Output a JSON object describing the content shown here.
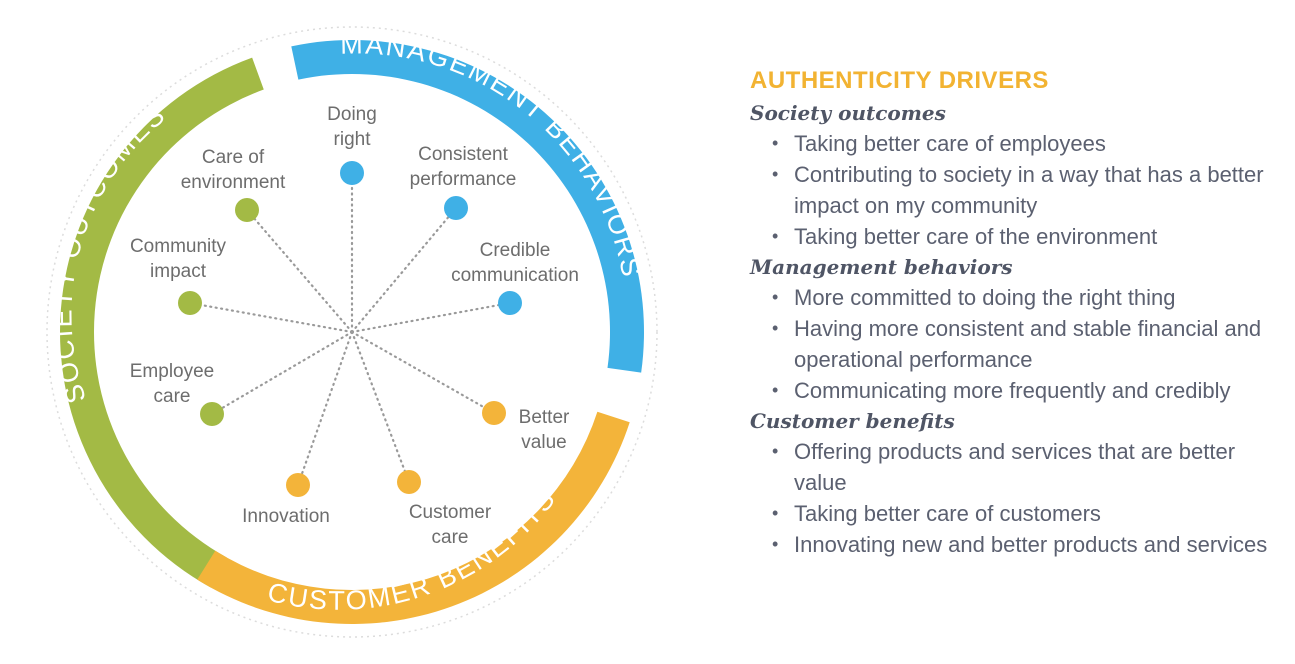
{
  "colors": {
    "society": "#a3ba45",
    "management": "#3fb0e6",
    "customer": "#f3b43a",
    "title": "#f2b332",
    "text": "#5b6070"
  },
  "diagram": {
    "segments": [
      {
        "id": "society",
        "label": "SOCIETY OUTCOMES"
      },
      {
        "id": "management",
        "label": "MANAGEMENT BEHAVIORS"
      },
      {
        "id": "customer",
        "label": "CUSTOMER BENEFITS"
      }
    ],
    "nodes": [
      {
        "group": "management",
        "lines": [
          "Doing",
          "right"
        ]
      },
      {
        "group": "management",
        "lines": [
          "Consistent",
          "performance"
        ]
      },
      {
        "group": "management",
        "lines": [
          "Credible",
          "communication"
        ]
      },
      {
        "group": "customer",
        "lines": [
          "Better",
          "value"
        ]
      },
      {
        "group": "customer",
        "lines": [
          "Customer",
          "care"
        ]
      },
      {
        "group": "customer",
        "lines": [
          "Innovation"
        ]
      },
      {
        "group": "society",
        "lines": [
          "Employee",
          "care"
        ]
      },
      {
        "group": "society",
        "lines": [
          "Community",
          "impact"
        ]
      },
      {
        "group": "society",
        "lines": [
          "Care of",
          "environment"
        ]
      }
    ]
  },
  "legend": {
    "title": "AUTHENTICITY DRIVERS",
    "groups": [
      {
        "heading": "Society outcomes",
        "items": [
          "Taking better care of employees",
          "Contributing to society in a way that has a better impact on my community",
          "Taking better care of the environment"
        ]
      },
      {
        "heading": "Management behaviors",
        "items": [
          "More committed to doing the right thing",
          "Having more consistent and stable financial and operational performance",
          "Communicating more frequently and credibly"
        ]
      },
      {
        "heading": "Customer benefits",
        "items": [
          "Offering products and services that are better value",
          "Taking better care of customers",
          "Innovating new and better products and services"
        ]
      }
    ]
  }
}
